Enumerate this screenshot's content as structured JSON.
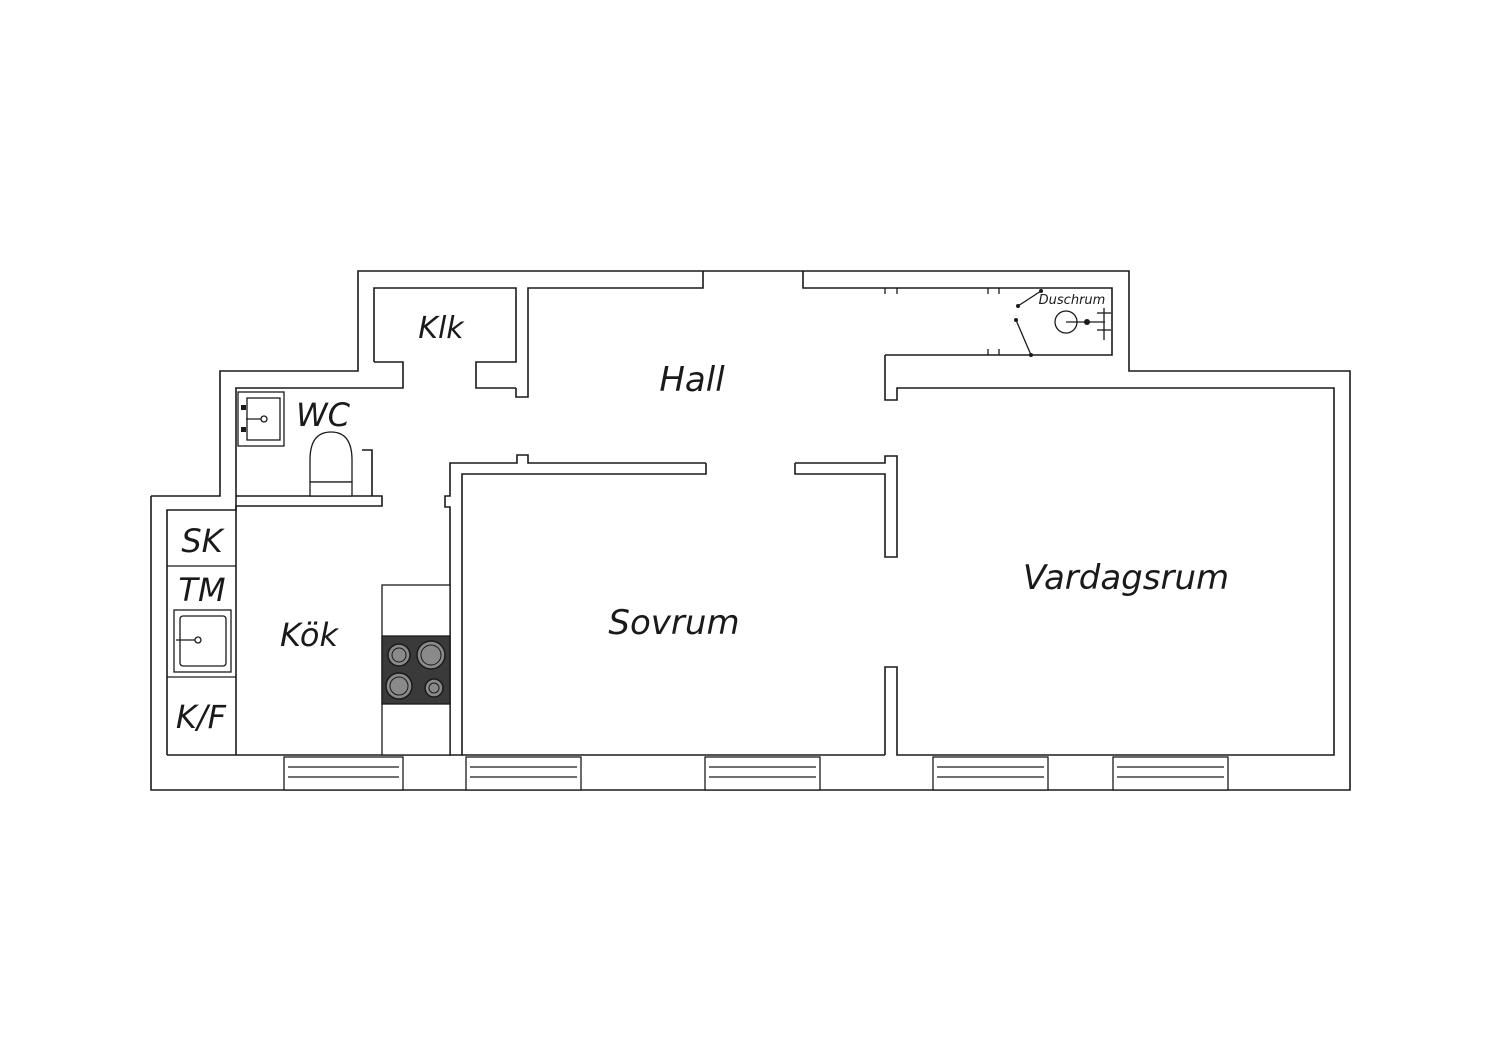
{
  "rooms": {
    "klk": "Klk",
    "hall": "Hall",
    "wc": "WC",
    "duschrum": "Duschrum",
    "sk": "SK",
    "tm": "TM",
    "kf": "K/F",
    "kok": "Kök",
    "sovrum": "Sovrum",
    "vardagsrum": "Vardagsrum"
  },
  "colors": {
    "line": "#1a1a1a",
    "stove_body": "#3a3a3a",
    "stove_burner": "#8a8a8a"
  }
}
